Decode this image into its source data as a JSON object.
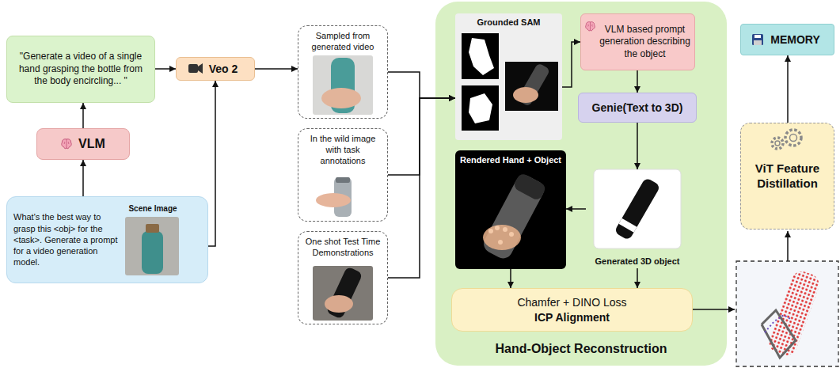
{
  "diagram": {
    "nodes": [
      {
        "text": [
          "\"Generate a video of a single hand grasping the bottle from the body encircling... \""
        ]
      },
      {
        "text": [
          "VLM"
        ]
      },
      {
        "text": [
          "What's the best way to grasp this <obj> for the <task>. Generate a prompt for a video generation model.",
          "Scene Image"
        ]
      },
      {
        "text": [
          "Veo 2"
        ]
      },
      {
        "text": [
          "Sampled from generated video"
        ]
      },
      {
        "text": [
          "In the wild image with task annotations"
        ]
      },
      {
        "text": [
          "One shot Test Time Demonstrations"
        ]
      },
      {
        "text": [
          "Hand-Object Reconstruction"
        ]
      },
      {
        "text": [
          "Grounded SAM"
        ],
        "in": 7
      },
      {
        "text": [
          "VLM based prompt generation describing the object"
        ],
        "in": 7
      },
      {
        "text": [
          "Genie(Text to 3D)"
        ],
        "in": 7
      },
      {
        "text": [
          "Generated 3D object"
        ],
        "in": 7
      },
      {
        "text": [
          "Rendered Hand + Object"
        ],
        "in": 7
      },
      {
        "text": [
          "Chamfer + DINO Loss",
          "ICP Alignment"
        ],
        "in": 7
      },
      {
        "text": [
          "ViT Feature Distillation"
        ]
      },
      {
        "text": [
          "MEMORY"
        ]
      }
    ],
    "edges": [
      {
        "from": 2,
        "to": 1,
        "arrow": "to"
      },
      {
        "from": 1,
        "to": 0,
        "arrow": "to"
      },
      {
        "from": 0,
        "to": 3,
        "arrow": "to"
      },
      {
        "from": 2,
        "to": 3,
        "arrow": "to"
      },
      {
        "from": 3,
        "to": 4,
        "arrow": "to"
      },
      {
        "from": 4,
        "to": 8,
        "arrow": "to"
      },
      {
        "from": 5,
        "to": 8,
        "arrow": "to"
      },
      {
        "from": 6,
        "to": 8,
        "arrow": "to"
      },
      {
        "from": 8,
        "to": 9,
        "arrow": "to"
      },
      {
        "from": 9,
        "to": 10,
        "arrow": "to"
      },
      {
        "from": 10,
        "to": 11,
        "arrow": "to"
      },
      {
        "from": 11,
        "to": 12,
        "arrow": "to"
      },
      {
        "from": 12,
        "to": 13,
        "arrow": "to"
      },
      {
        "from": 11,
        "to": 13,
        "arrow": "to"
      },
      {
        "from": 14,
        "to": 15,
        "arrow": "to"
      }
    ]
  }
}
